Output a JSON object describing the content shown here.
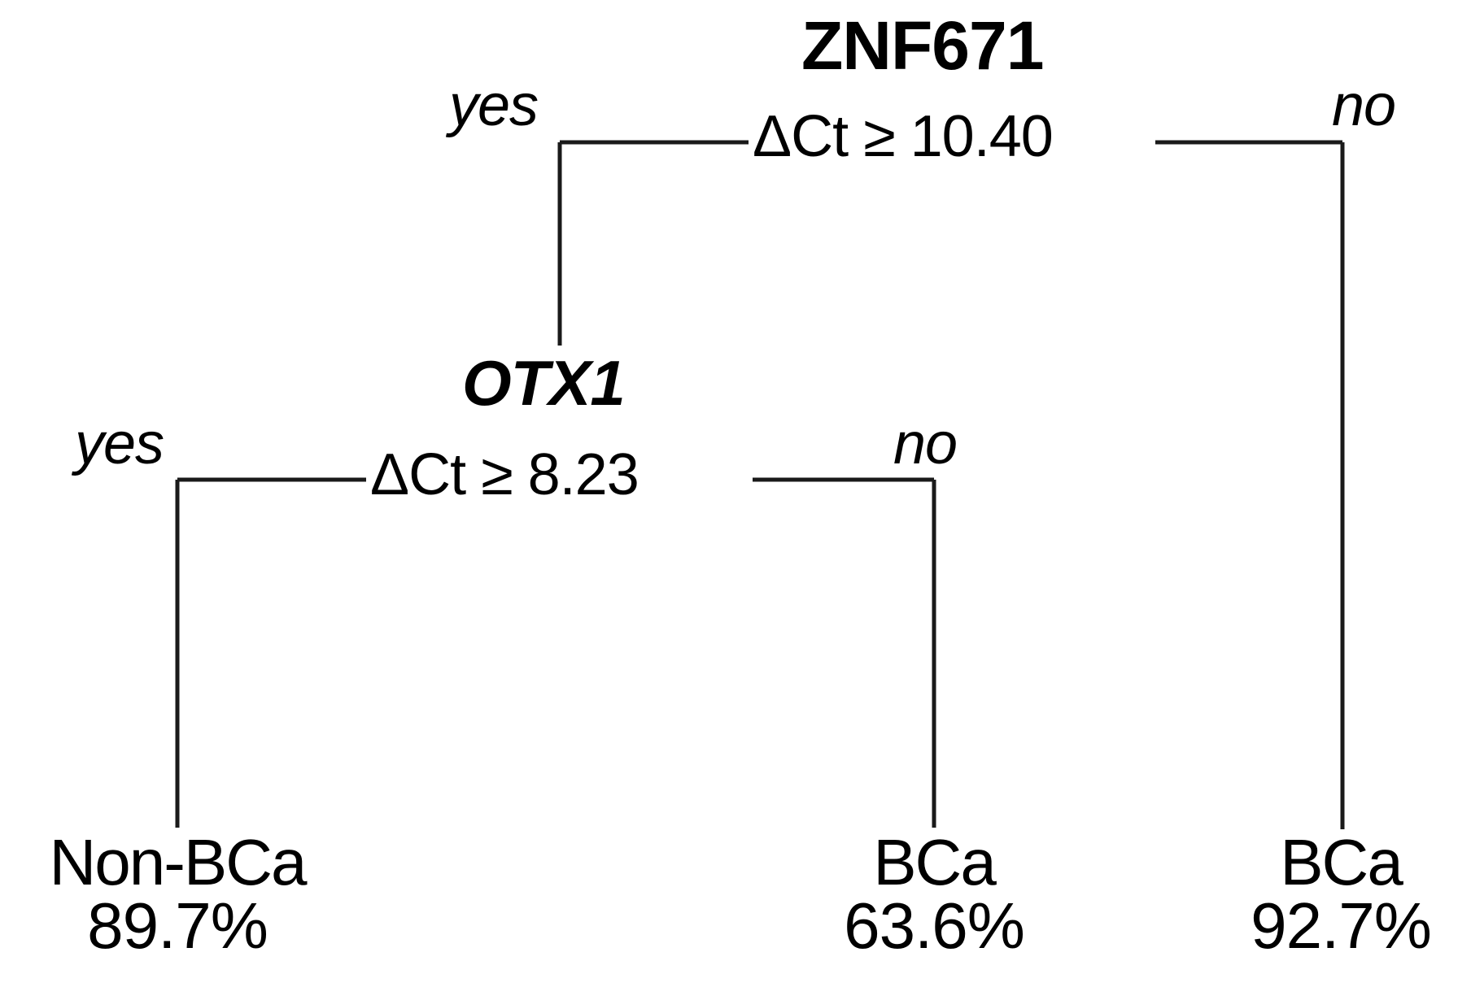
{
  "diagram": {
    "type": "decision-tree",
    "title_text": "ZNF671 / OTX1 classification decision tree",
    "line_color": "#000000",
    "text_color": "#000000",
    "background": "#ffffff"
  },
  "root": {
    "gene": "ZNF671",
    "condition": "ΔCt ≥ 10.40",
    "yes_label": "yes",
    "no_label": "no"
  },
  "inner": {
    "gene": "OTX1",
    "condition": "ΔCt ≥ 8.23",
    "yes_label": "yes",
    "no_label": "no"
  },
  "leaves": [
    {
      "id": "leaf-non-bca",
      "class_label": "Non-BCa",
      "percent": "89.7%"
    },
    {
      "id": "leaf-bca-otx1-no",
      "class_label": "BCa",
      "percent": "63.6%"
    },
    {
      "id": "leaf-bca-znf671-no",
      "class_label": "BCa",
      "percent": "92.7%"
    }
  ],
  "chart_data": {
    "type": "tree",
    "title": "",
    "nodes": [
      {
        "id": "n0",
        "kind": "decision",
        "gene": "ZNF671",
        "condition": "ΔCt ≥ 10.40",
        "threshold": 10.4,
        "operator": "≥",
        "measure": "ΔCt",
        "children": [
          {
            "branch": "yes",
            "target": "n1"
          },
          {
            "branch": "no",
            "target": "l3"
          }
        ]
      },
      {
        "id": "n1",
        "kind": "decision",
        "gene": "OTX1",
        "condition": "ΔCt ≥ 8.23",
        "threshold": 8.23,
        "operator": "≥",
        "measure": "ΔCt",
        "children": [
          {
            "branch": "yes",
            "target": "l1"
          },
          {
            "branch": "no",
            "target": "l2"
          }
        ]
      },
      {
        "id": "l1",
        "kind": "leaf",
        "class_label": "Non-BCa",
        "percent": 89.7
      },
      {
        "id": "l2",
        "kind": "leaf",
        "class_label": "BCa",
        "percent": 63.6
      },
      {
        "id": "l3",
        "kind": "leaf",
        "class_label": "BCa",
        "percent": 92.7
      }
    ]
  }
}
